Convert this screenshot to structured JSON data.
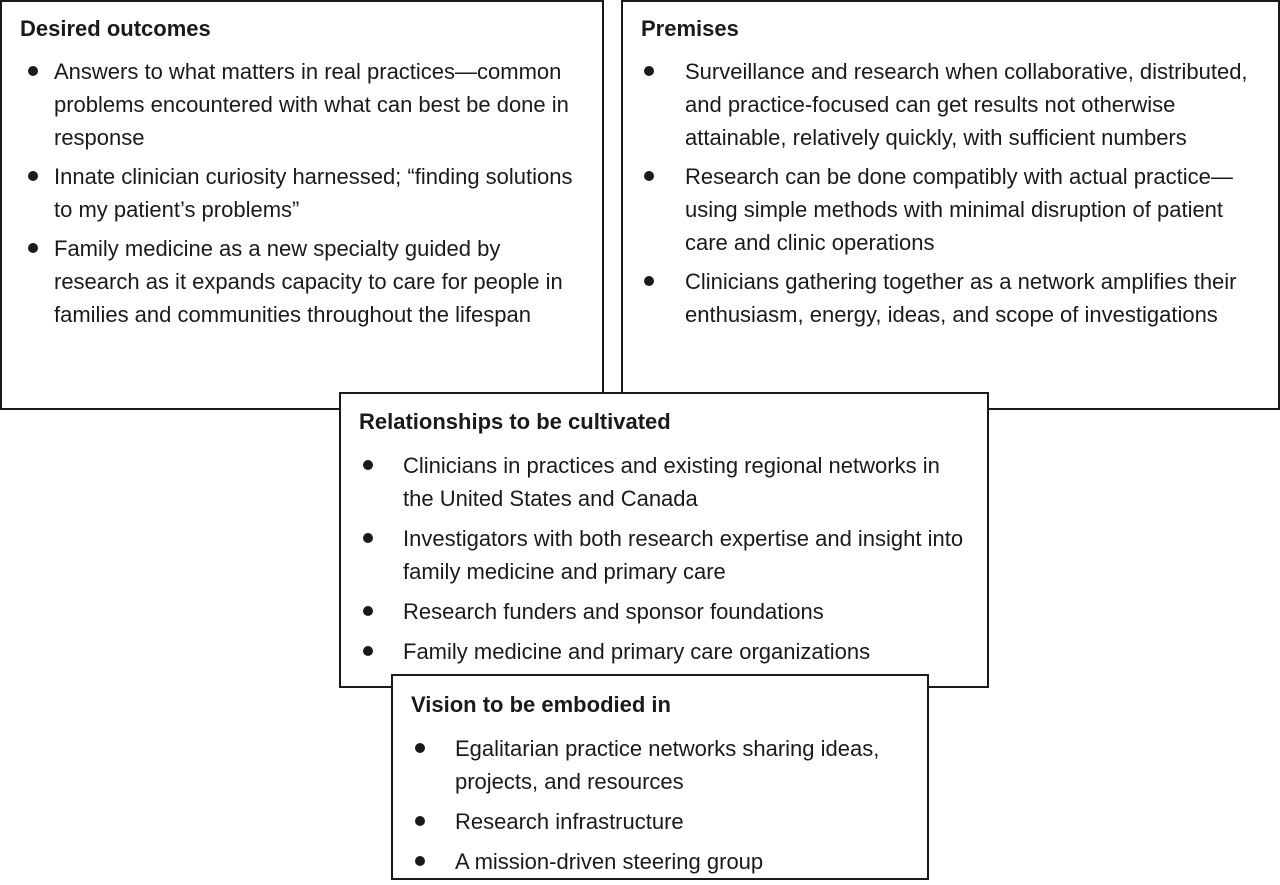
{
  "desired_outcomes": {
    "title": "Desired outcomes",
    "items": [
      "Answers to what matters in real practices—common problems encountered with what can best be done in response",
      "Innate clinician curiosity harnessed; “finding solutions to my patient’s problems”",
      "Family medicine as a new specialty guided by research as it expands capacity to care for people in families and communities throughout the lifespan"
    ]
  },
  "premises": {
    "title": "Premises",
    "items": [
      "Surveillance and research when collaborative, distributed, and practice-focused can get results not otherwise attainable, relatively quickly, with sufficient numbers",
      "Research can be done compatibly with actual practice—using simple methods with minimal disruption of patient care and clinic operations",
      "Clinicians gathering together as a network amplifies their enthusiasm, energy, ideas, and scope of investigations"
    ]
  },
  "relationships": {
    "title": "Relationships to be cultivated",
    "items": [
      "Clinicians in practices and existing regional networks in the United States and Canada",
      "Investigators with both research expertise and insight into family medicine and primary care",
      "Research funders and sponsor foundations",
      "Family medicine and primary care organizations"
    ]
  },
  "vision": {
    "title": "Vision to be embodied in",
    "items": [
      "Egalitarian practice networks sharing ideas, projects, and resources",
      "Research infrastructure",
      "A mission-driven steering group"
    ]
  }
}
